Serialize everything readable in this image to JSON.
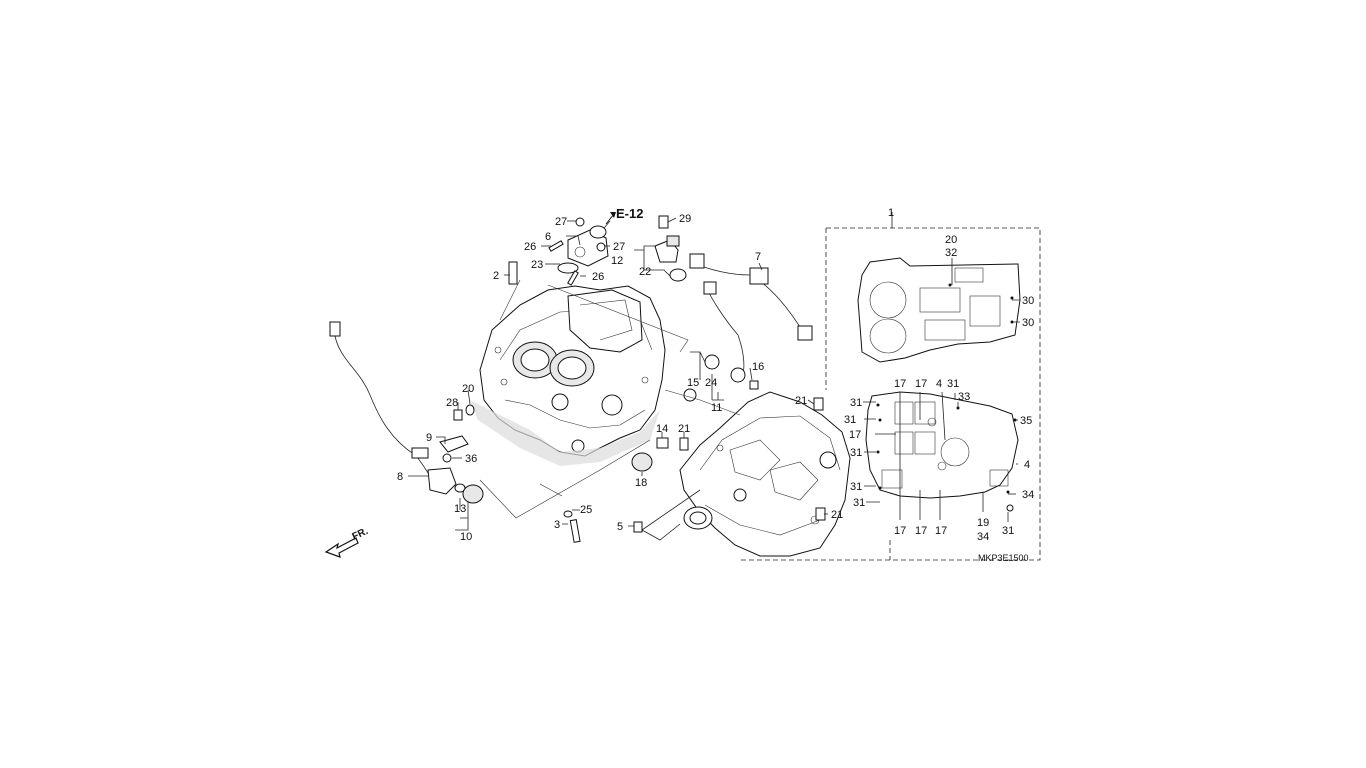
{
  "diagram": {
    "reference_label": "E-12",
    "image_code": "MKP3E1500",
    "front_label": "FR.",
    "callouts": {
      "c1": "1",
      "c2": "2",
      "c3": "3",
      "c4a": "4",
      "c4b": "4",
      "c5": "5",
      "c6": "6",
      "c7": "7",
      "c8": "8",
      "c9": "9",
      "c10": "10",
      "c11": "11",
      "c12": "12",
      "c13": "13",
      "c14": "14",
      "c15": "15",
      "c16": "16",
      "c17a": "17",
      "c17b": "17",
      "c17c": "17",
      "c17d": "17",
      "c17e": "17",
      "c17f": "17",
      "c18": "18",
      "c19": "19",
      "c20a": "20",
      "c20b": "20",
      "c21a": "21",
      "c21b": "21",
      "c21c": "21",
      "c22": "22",
      "c23": "23",
      "c24": "24",
      "c25": "25",
      "c26a": "26",
      "c26b": "26",
      "c27a": "27",
      "c27b": "27",
      "c28": "28",
      "c29": "29",
      "c30a": "30",
      "c30b": "30",
      "c31a": "31",
      "c31b": "31",
      "c31c": "31",
      "c31d": "31",
      "c31e": "31",
      "c31f": "31",
      "c31g": "31",
      "c32": "32",
      "c33": "33",
      "c34a": "34",
      "c34b": "34",
      "c35": "35",
      "c36": "36"
    }
  }
}
